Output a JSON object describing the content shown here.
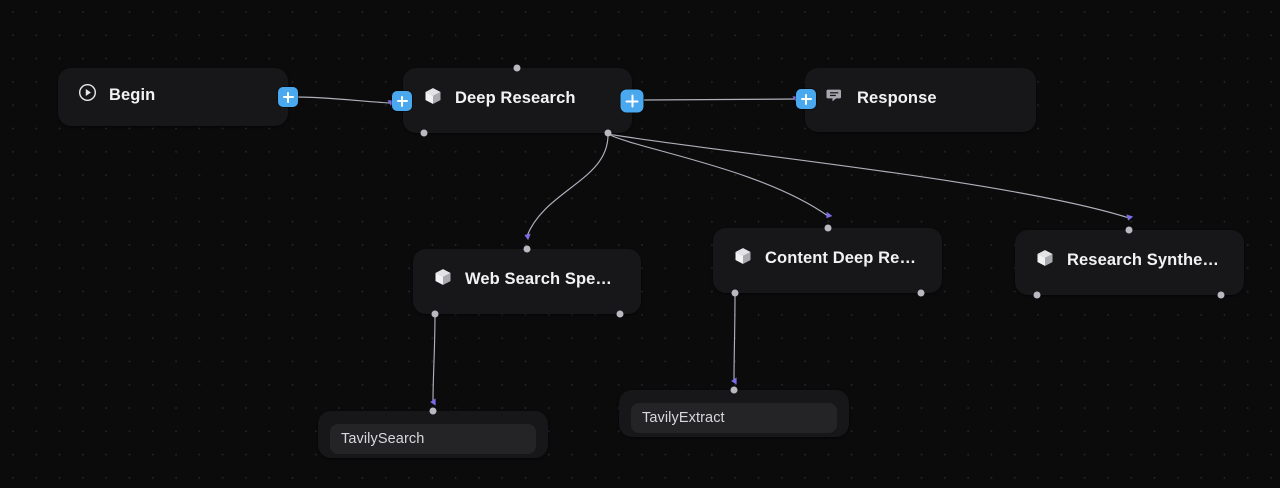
{
  "canvas": {
    "background_color": "#0b0b0c",
    "dot_color": "#242428",
    "accent_color": "#4aa8ef",
    "edge_color": "#b9b9c2",
    "arrow_color": "#7b6ce8",
    "node_fill": "#171719",
    "chip_fill": "#242427"
  },
  "nodes": [
    {
      "id": "begin",
      "label": "Begin",
      "icon": "play-circle-icon"
    },
    {
      "id": "deep-research",
      "label": "Deep Research",
      "icon": "cube-icon"
    },
    {
      "id": "response",
      "label": "Response",
      "icon": "message-icon"
    },
    {
      "id": "web-search-specialist",
      "label": "Web Search Special...",
      "icon": "cube-icon"
    },
    {
      "id": "content-deep-reader",
      "label": "Content Deep Reader",
      "icon": "cube-icon"
    },
    {
      "id": "research-synthesizer",
      "label": "Research Synthesizer",
      "icon": "cube-icon"
    }
  ],
  "tools": [
    {
      "id": "tavily-search",
      "label": "TavilySearch"
    },
    {
      "id": "tavily-extract",
      "label": "TavilyExtract"
    }
  ],
  "buttons": {
    "add_begin_out": "+",
    "add_deep_research_in": "+",
    "add_deep_research_out": "+",
    "add_response_in": "+"
  },
  "edges": [
    {
      "from": "begin",
      "to": "deep-research"
    },
    {
      "from": "deep-research",
      "to": "response"
    },
    {
      "from": "deep-research",
      "to": "web-search-specialist"
    },
    {
      "from": "deep-research",
      "to": "content-deep-reader"
    },
    {
      "from": "deep-research",
      "to": "research-synthesizer"
    },
    {
      "from": "web-search-specialist",
      "to": "tavily-search"
    },
    {
      "from": "content-deep-reader",
      "to": "tavily-extract"
    }
  ]
}
